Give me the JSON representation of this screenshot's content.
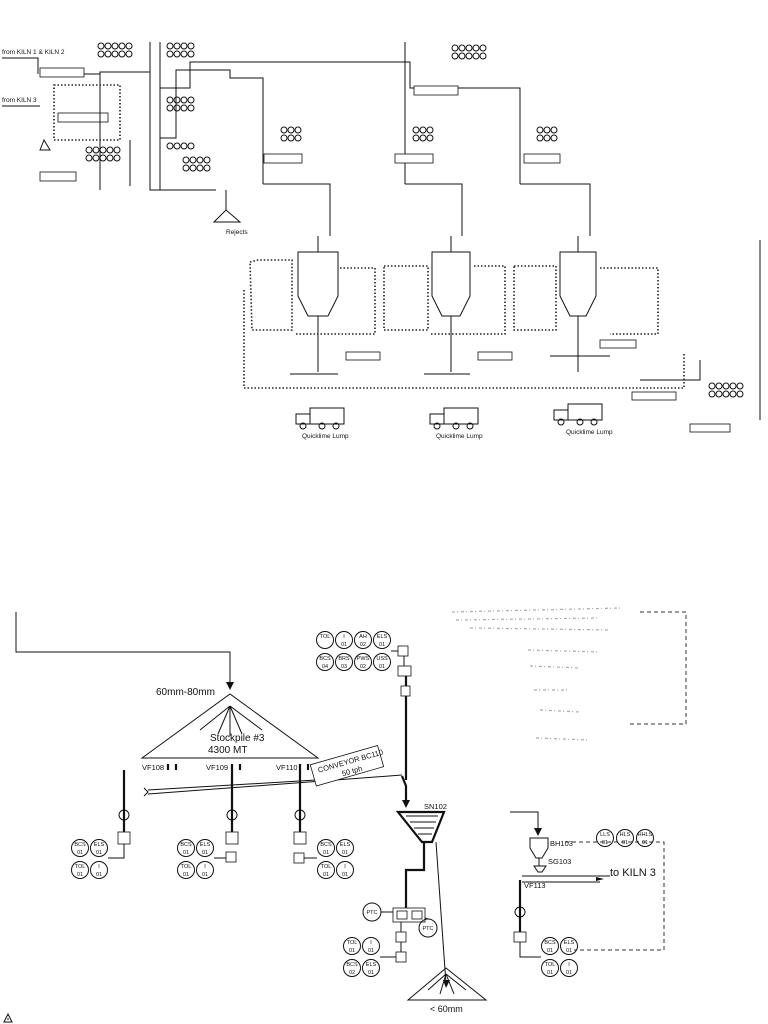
{
  "top_section": {
    "source_1": "from KILN 1 & KILN 2",
    "source_2": "from KILN 3",
    "rejects": "Rejects",
    "products": [
      "Quicklime Lump",
      "Quicklime Lump",
      "Quicklime Lump"
    ]
  },
  "bottom_section": {
    "size_range": "60mm-80mm",
    "stockpile_name": "Stockpile #3",
    "stockpile_capacity": "4300 MT",
    "conveyor_name": "CONVEYOR BC110",
    "conveyor_rate": "50 tph",
    "feeders": [
      "VF108",
      "VF109",
      "VF110"
    ],
    "screen": "SN102",
    "bin": "BH103",
    "gate": "SG103",
    "feeder_kiln": "VF113",
    "destination": "to KILN 3",
    "undersize": "< 60mm",
    "ptc_left": "PTC",
    "ptc_right": "PTC",
    "instrument_cluster_top": {
      "row1": [
        [
          "TOL",
          ""
        ],
        [
          "I",
          "01"
        ],
        [
          "AH",
          "02"
        ],
        [
          "ELS",
          "01"
        ]
      ],
      "row2": [
        [
          "BCS",
          "04"
        ],
        [
          "BRS",
          "03"
        ],
        [
          "PWS",
          "02"
        ],
        [
          "USS",
          "01"
        ]
      ]
    },
    "instrument_cluster_vf108": {
      "row1": [
        [
          "BCS",
          "01"
        ],
        [
          "ELS",
          "01"
        ]
      ],
      "row2": [
        [
          "TOL",
          "01"
        ],
        [
          "I",
          "01"
        ]
      ]
    },
    "instrument_cluster_vf109": {
      "row1": [
        [
          "BCS",
          "01"
        ],
        [
          "ELS",
          "01"
        ]
      ],
      "row2": [
        [
          "TOL",
          "01"
        ],
        [
          "I",
          "01"
        ]
      ]
    },
    "instrument_cluster_vf110": {
      "row1": [
        [
          "BCS",
          "01"
        ],
        [
          "ELS",
          "01"
        ]
      ],
      "row2": [
        [
          "TOL",
          "01"
        ],
        [
          "I",
          "01"
        ]
      ]
    },
    "instrument_cluster_bin": {
      "row1": [
        [
          "LLS",
          "01"
        ],
        [
          "HLS",
          "01"
        ],
        [
          "HHLS",
          "01"
        ]
      ]
    },
    "instrument_cluster_screen": {
      "row1": [
        [
          "TOL",
          "01"
        ],
        [
          "I",
          "01"
        ]
      ],
      "row2": [
        [
          "BCS",
          "02"
        ],
        [
          "ELS",
          "01"
        ]
      ]
    },
    "instrument_cluster_vf113": {
      "row1": [
        [
          "BCS",
          "01"
        ],
        [
          "ELS",
          "01"
        ]
      ],
      "row2": [
        [
          "TOL",
          "01"
        ],
        [
          "I",
          "01"
        ]
      ]
    }
  }
}
